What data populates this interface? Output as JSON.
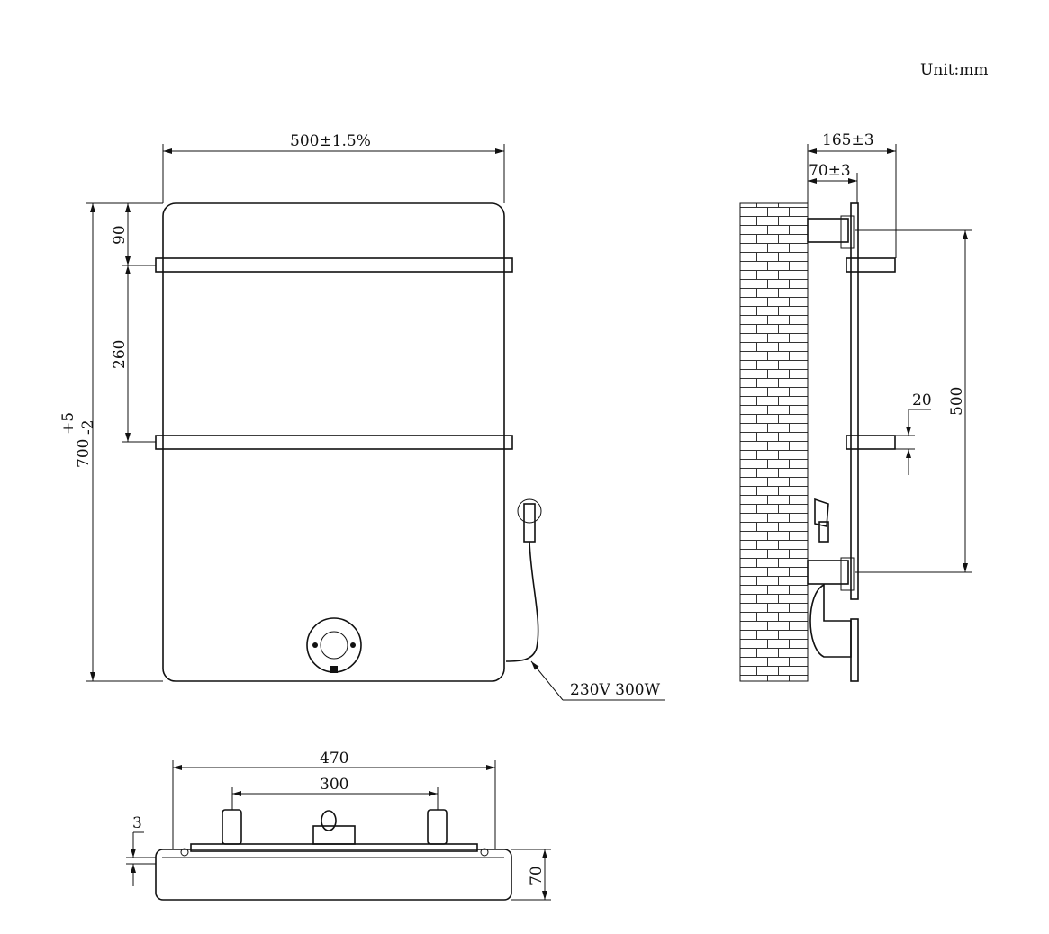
{
  "unit_label": "Unit:mm",
  "front_view": {
    "width_dim": "500±1.5%",
    "height_dim": "700",
    "height_tol_upper": "+5",
    "height_tol_lower": "-2",
    "top_gap_dim": "90",
    "bar_spacing_dim": "260",
    "power_label": "230V 300W"
  },
  "side_view": {
    "depth_dim": "165±3",
    "standoff_dim": "70±3",
    "bracket_spacing_dim": "500",
    "bar_thickness_dim": "20"
  },
  "bottom_view": {
    "overall_dim": "470",
    "pin_spacing_dim": "300",
    "gap_dim": "3",
    "depth_dim": "70"
  }
}
